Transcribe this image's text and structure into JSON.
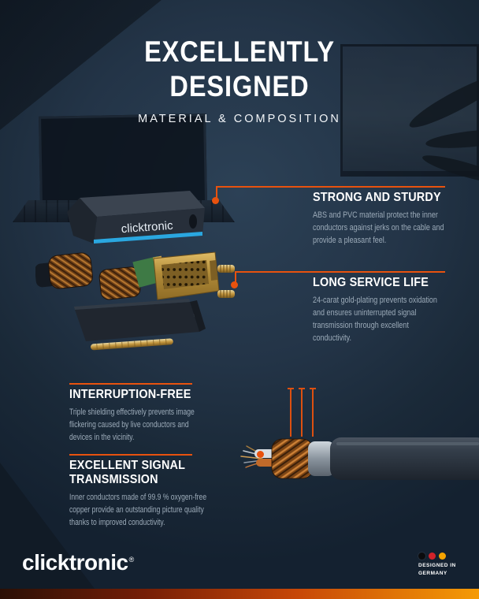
{
  "theme": {
    "background": "#223447",
    "accent": "#e8520e",
    "heading_color": "#ffffff",
    "body_color": "#9cabb9",
    "bottom_bar_gradient": [
      "#2a0f05",
      "#c74708",
      "#f59b06"
    ]
  },
  "header": {
    "title_line1": "EXCELLENTLY",
    "title_line2": "DESIGNED",
    "subtitle": "MATERIAL & COMPOSITION"
  },
  "features": [
    {
      "title": "STRONG AND STURDY",
      "body": "ABS and PVC material protect the inner conductors against jerks on the cable and provide a pleasant feel."
    },
    {
      "title": "LONG SERVICE LIFE",
      "body": "24-carat gold-plating prevents oxidation and ensures uninterrupted signal transmission through excellent conductivity."
    },
    {
      "title": "INTERRUPTION-FREE",
      "body": "Triple shielding effectively prevents image flickering caused by live conductors and devices in the vicinity."
    },
    {
      "title": "EXCELLENT SIGNAL TRANSMISSION",
      "body": "Inner conductors made of 99.9 % oxygen-free copper provide an outstanding picture quality thanks to improved conductivity."
    }
  ],
  "artwork": {
    "connector_label": "clicktronic"
  },
  "footer": {
    "brand": "clicktronic",
    "brand_mark": "®",
    "badge": {
      "line1": "DESIGNED IN",
      "line2": "GERMANY",
      "flag_colors": [
        "#0b0b0d",
        "#d2232a",
        "#f5a300"
      ]
    }
  }
}
